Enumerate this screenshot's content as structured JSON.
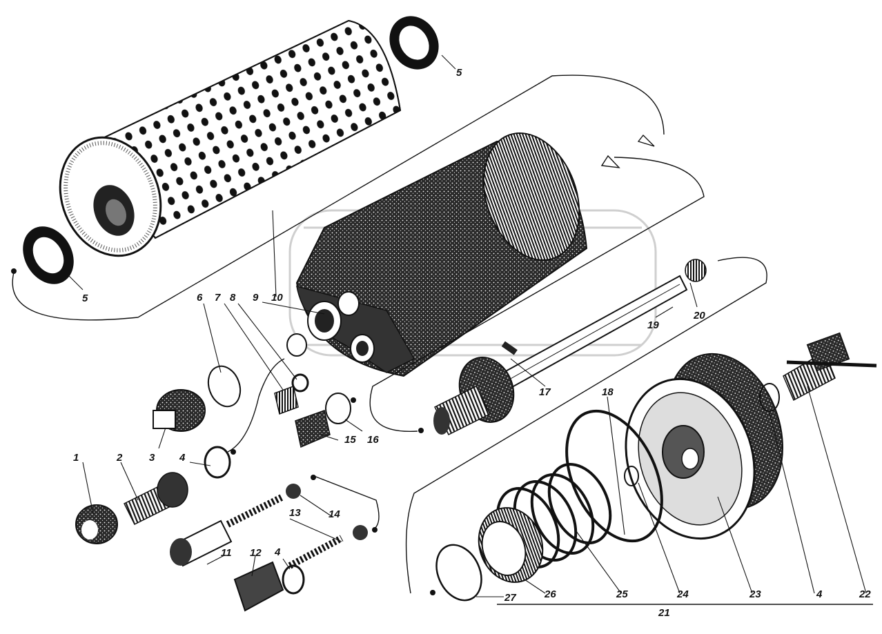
{
  "callouts": [
    {
      "id": "c5a",
      "text": "5"
    },
    {
      "id": "c5b",
      "text": "5"
    },
    {
      "id": "c6",
      "text": "6"
    },
    {
      "id": "c7",
      "text": "7"
    },
    {
      "id": "c8",
      "text": "8"
    },
    {
      "id": "c9",
      "text": "9"
    },
    {
      "id": "c10",
      "text": "10"
    },
    {
      "id": "c1",
      "text": "1"
    },
    {
      "id": "c2",
      "text": "2"
    },
    {
      "id": "c3",
      "text": "3"
    },
    {
      "id": "c4a",
      "text": "4"
    },
    {
      "id": "c4b",
      "text": "4"
    },
    {
      "id": "c4c",
      "text": "4"
    },
    {
      "id": "c11",
      "text": "11"
    },
    {
      "id": "c12",
      "text": "12"
    },
    {
      "id": "c13",
      "text": "13"
    },
    {
      "id": "c14",
      "text": "14"
    },
    {
      "id": "c15",
      "text": "15"
    },
    {
      "id": "c16",
      "text": "16"
    },
    {
      "id": "c17",
      "text": "17"
    },
    {
      "id": "c18",
      "text": "18"
    },
    {
      "id": "c19",
      "text": "19"
    },
    {
      "id": "c20",
      "text": "20"
    },
    {
      "id": "c21",
      "text": "21"
    },
    {
      "id": "c22",
      "text": "22"
    },
    {
      "id": "c23",
      "text": "23"
    },
    {
      "id": "c24",
      "text": "24"
    },
    {
      "id": "c25",
      "text": "25"
    },
    {
      "id": "c26",
      "text": "26"
    },
    {
      "id": "c27",
      "text": "27"
    }
  ],
  "colors": {
    "ink": "#111111",
    "paper": "#ffffff",
    "watermark": "#cfcfcf"
  }
}
